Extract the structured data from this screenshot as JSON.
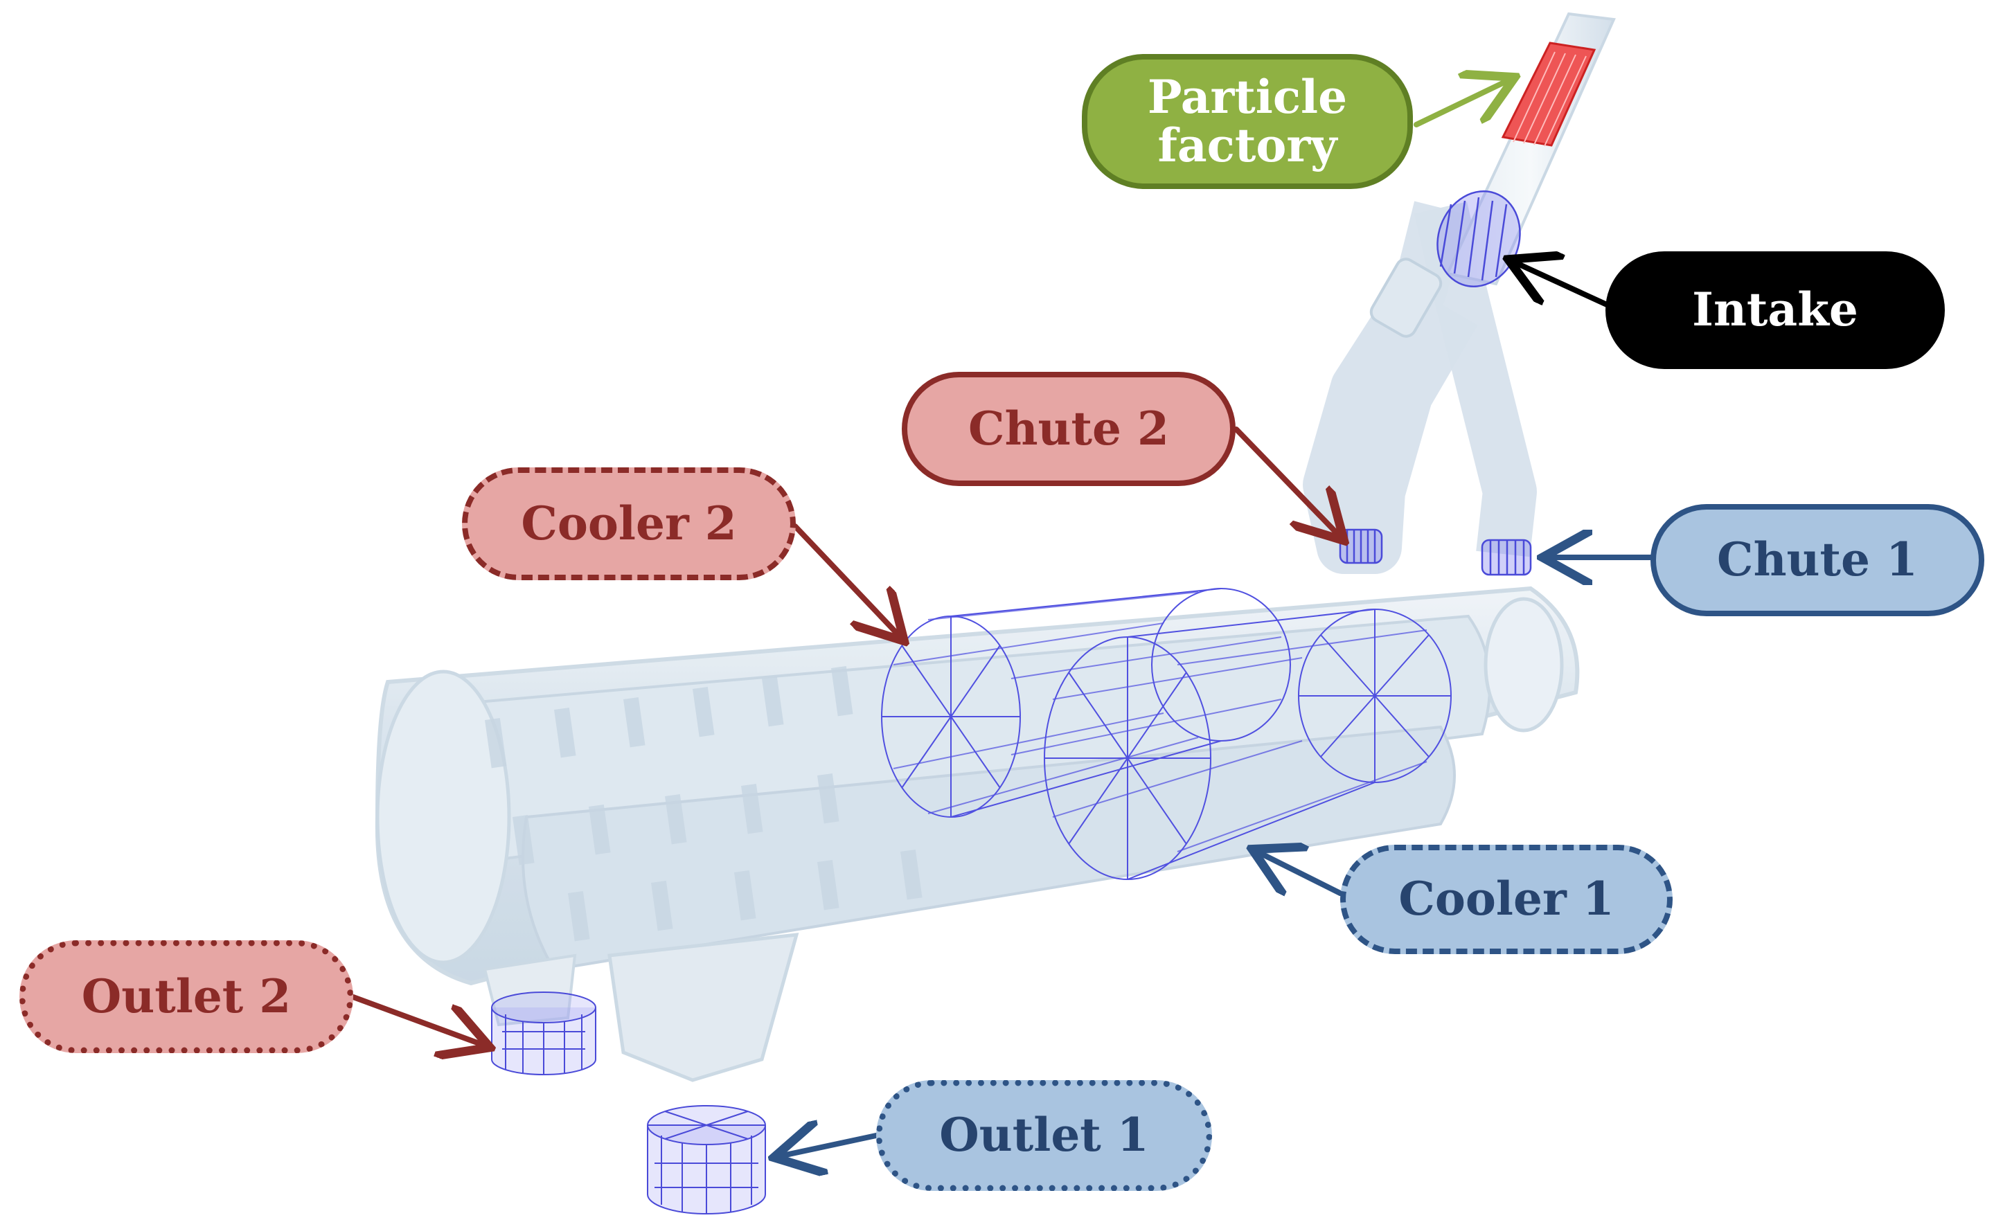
{
  "labels": {
    "particle_factory": "Particle\nfactory",
    "intake": "Intake",
    "chute_2": "Chute 2",
    "chute_1": "Chute 1",
    "cooler_2": "Cooler 2",
    "cooler_1": "Cooler 1",
    "outlet_2": "Outlet 2",
    "outlet_1": "Outlet 1"
  },
  "colors": {
    "particle_factory": "#8fb143",
    "intake": "#000000",
    "group_2": "#e6a6a4",
    "group_2_border": "#8b2b28",
    "group_1": "#a9c4e0",
    "group_1_border": "#2e5486",
    "wireframe": "#4a4ad8",
    "factory_region": "#ee4444",
    "geometry": "#cfdde8"
  }
}
